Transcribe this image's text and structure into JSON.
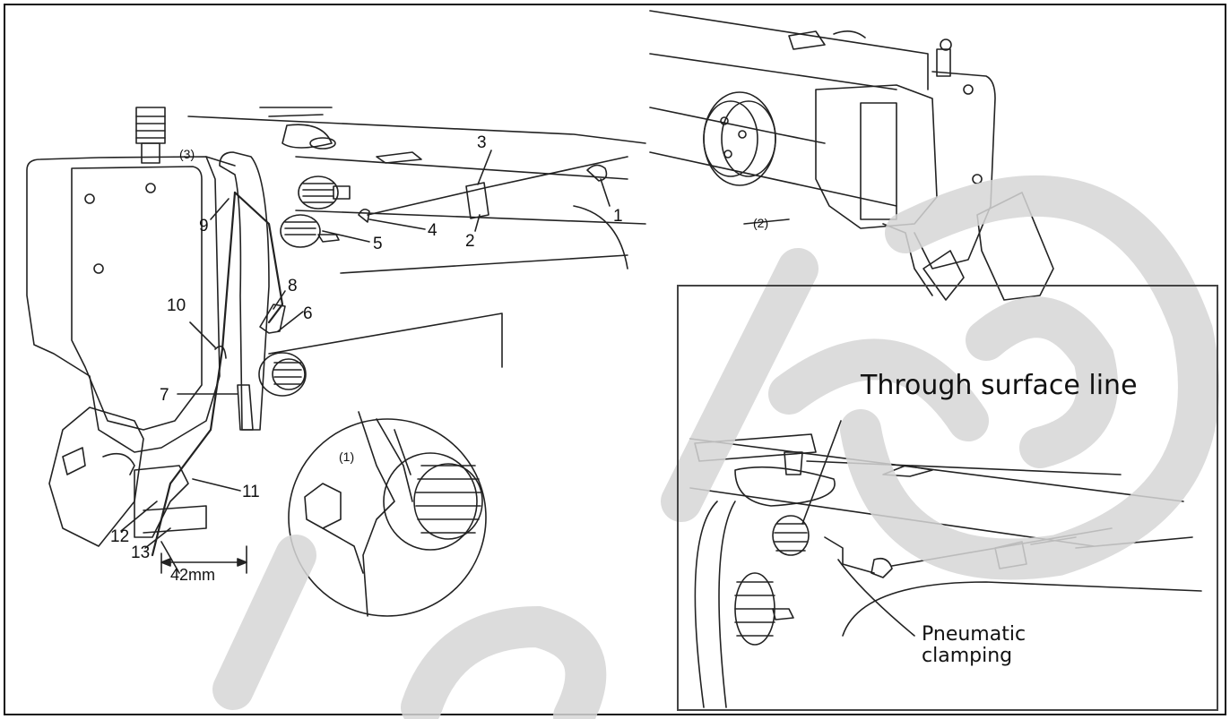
{
  "callouts": {
    "c1": "1",
    "c2": "2",
    "c3": "3",
    "c4": "4",
    "c5": "5",
    "c6": "6",
    "c7": "7",
    "c8": "8",
    "c9": "9",
    "c10": "10",
    "c11": "11",
    "c12": "12",
    "c13": "13",
    "p1": "(1)",
    "p2": "(2)",
    "p3": "(3)",
    "dimension": "42mm"
  },
  "inset": {
    "through_surface_line": "Through surface  line",
    "pneumatic": "Pneumatic",
    "clamping": "clamping"
  }
}
